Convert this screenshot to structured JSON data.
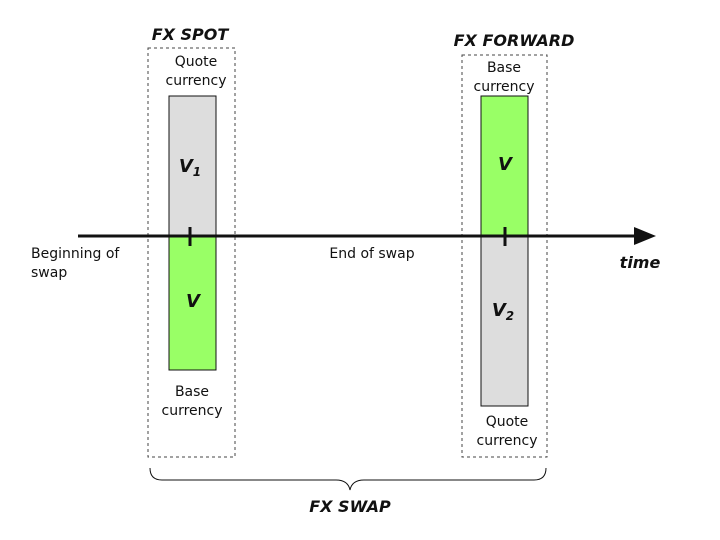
{
  "colors": {
    "base_fill": "#99ff66",
    "quote_fill": "#dddddd",
    "stroke": "#111111",
    "dashed_border": "#444444"
  },
  "spot": {
    "title": "FX SPOT",
    "top_label_line1": "Quote",
    "top_label_line2": "currency",
    "top_value": "V",
    "top_value_sub": "1",
    "bottom_value": "V",
    "bottom_label_line1": "Base",
    "bottom_label_line2": "currency"
  },
  "forward": {
    "title": "FX FORWARD",
    "top_label_line1": "Base",
    "top_label_line2": "currency",
    "top_value": "V",
    "bottom_value": "V",
    "bottom_value_sub": "2",
    "bottom_label_line1": "Quote",
    "bottom_label_line2": "currency"
  },
  "timeline": {
    "start_label_line1": "Beginning of",
    "start_label_line2": "swap",
    "end_label": "End of swap",
    "axis_label": "time"
  },
  "swap": {
    "label": "FX SWAP"
  }
}
